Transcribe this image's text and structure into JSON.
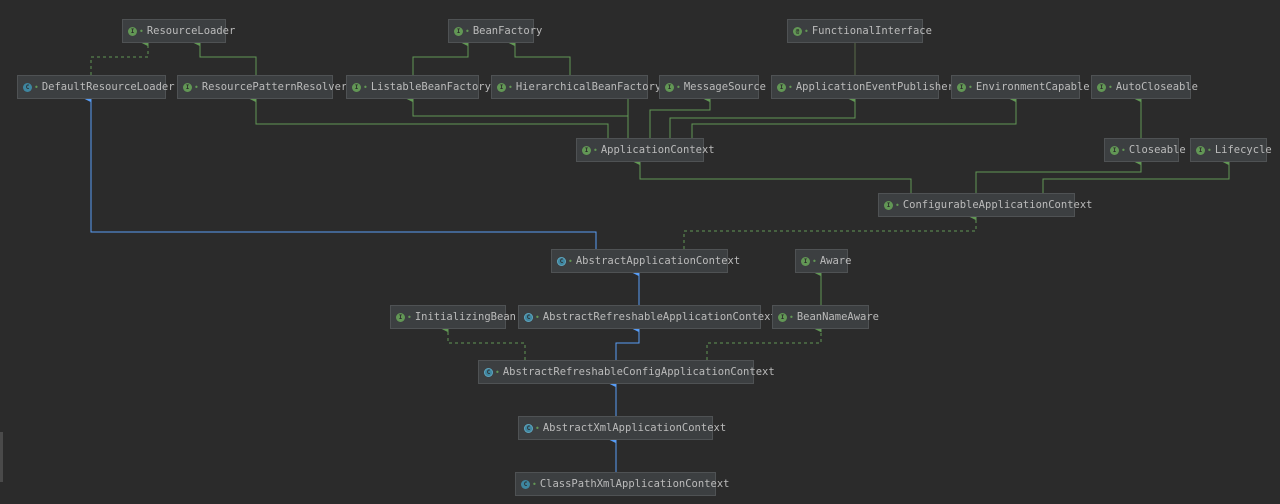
{
  "diagram": {
    "colors": {
      "background": "#2b2b2b",
      "node_fill": "#3c3f41",
      "node_border": "#4f5254",
      "text": "#bbbbbb",
      "extends_interface": "#629755",
      "extends_class": "#589df6",
      "implements": "#629755"
    },
    "nodes": {
      "resource_loader": {
        "label": "ResourceLoader",
        "kind": "interface"
      },
      "bean_factory": {
        "label": "BeanFactory",
        "kind": "interface"
      },
      "functional_interface": {
        "label": "FunctionalInterface",
        "kind": "annotation"
      },
      "default_resource_loader": {
        "label": "DefaultResourceLoader",
        "kind": "class"
      },
      "resource_pattern_resolver": {
        "label": "ResourcePatternResolver",
        "kind": "interface"
      },
      "listable_bean_factory": {
        "label": "ListableBeanFactory",
        "kind": "interface"
      },
      "hierarchical_bean_factory": {
        "label": "HierarchicalBeanFactory",
        "kind": "interface"
      },
      "message_source": {
        "label": "MessageSource",
        "kind": "interface"
      },
      "application_event_publisher": {
        "label": "ApplicationEventPublisher",
        "kind": "interface"
      },
      "environment_capable": {
        "label": "EnvironmentCapable",
        "kind": "interface"
      },
      "auto_closeable": {
        "label": "AutoCloseable",
        "kind": "interface"
      },
      "application_context": {
        "label": "ApplicationContext",
        "kind": "interface"
      },
      "closeable": {
        "label": "Closeable",
        "kind": "interface"
      },
      "lifecycle": {
        "label": "Lifecycle",
        "kind": "interface"
      },
      "configurable_application_context": {
        "label": "ConfigurableApplicationContext",
        "kind": "interface"
      },
      "abstract_application_context": {
        "label": "AbstractApplicationContext",
        "kind": "abstract"
      },
      "aware": {
        "label": "Aware",
        "kind": "interface"
      },
      "initializing_bean": {
        "label": "InitializingBean",
        "kind": "interface"
      },
      "abstract_refreshable_application_context": {
        "label": "AbstractRefreshableApplicationContext",
        "kind": "abstract"
      },
      "bean_name_aware": {
        "label": "BeanNameAware",
        "kind": "interface"
      },
      "abstract_refreshable_config_application_context": {
        "label": "AbstractRefreshableConfigApplicationContext",
        "kind": "abstract"
      },
      "abstract_xml_application_context": {
        "label": "AbstractXmlApplicationContext",
        "kind": "abstract"
      },
      "class_path_xml_application_context": {
        "label": "ClassPathXmlApplicationContext",
        "kind": "class"
      }
    },
    "edges": [
      {
        "from": "default_resource_loader",
        "to": "resource_loader",
        "type": "implements"
      },
      {
        "from": "resource_pattern_resolver",
        "to": "resource_loader",
        "type": "extends"
      },
      {
        "from": "listable_bean_factory",
        "to": "bean_factory",
        "type": "extends"
      },
      {
        "from": "hierarchical_bean_factory",
        "to": "bean_factory",
        "type": "extends"
      },
      {
        "from": "application_event_publisher",
        "to": "functional_interface",
        "type": "annotated"
      },
      {
        "from": "application_context",
        "to": "resource_pattern_resolver",
        "type": "extends"
      },
      {
        "from": "application_context",
        "to": "listable_bean_factory",
        "type": "extends"
      },
      {
        "from": "application_context",
        "to": "hierarchical_bean_factory",
        "type": "extends"
      },
      {
        "from": "application_context",
        "to": "message_source",
        "type": "extends"
      },
      {
        "from": "application_context",
        "to": "application_event_publisher",
        "type": "extends"
      },
      {
        "from": "application_context",
        "to": "environment_capable",
        "type": "extends"
      },
      {
        "from": "closeable",
        "to": "auto_closeable",
        "type": "extends"
      },
      {
        "from": "configurable_application_context",
        "to": "application_context",
        "type": "extends"
      },
      {
        "from": "configurable_application_context",
        "to": "closeable",
        "type": "extends"
      },
      {
        "from": "configurable_application_context",
        "to": "lifecycle",
        "type": "extends"
      },
      {
        "from": "abstract_application_context",
        "to": "configurable_application_context",
        "type": "implements"
      },
      {
        "from": "abstract_application_context",
        "to": "default_resource_loader",
        "type": "extends_class"
      },
      {
        "from": "bean_name_aware",
        "to": "aware",
        "type": "extends"
      },
      {
        "from": "abstract_refreshable_application_context",
        "to": "abstract_application_context",
        "type": "extends_class"
      },
      {
        "from": "abstract_refreshable_config_application_context",
        "to": "abstract_refreshable_application_context",
        "type": "extends_class"
      },
      {
        "from": "abstract_refreshable_config_application_context",
        "to": "initializing_bean",
        "type": "implements"
      },
      {
        "from": "abstract_refreshable_config_application_context",
        "to": "bean_name_aware",
        "type": "implements"
      },
      {
        "from": "abstract_xml_application_context",
        "to": "abstract_refreshable_config_application_context",
        "type": "extends_class"
      },
      {
        "from": "class_path_xml_application_context",
        "to": "abstract_xml_application_context",
        "type": "extends_class"
      }
    ]
  }
}
